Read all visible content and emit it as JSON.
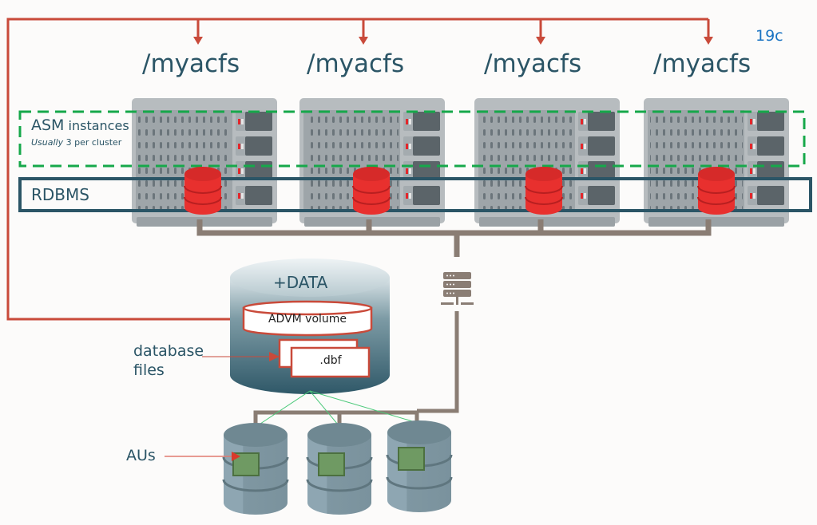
{
  "diagram": {
    "version_badge": "19c",
    "mount_points": [
      "/myacfs",
      "/myacfs",
      "/myacfs",
      "/myacfs"
    ],
    "asm_box": {
      "title_bold": "ASM",
      "title_rest": " instances",
      "subtitle_italic": "Usually",
      "subtitle_rest": " 3 per cluster"
    },
    "rdbms_label": "RDBMS",
    "diskgroup": {
      "label": "+DATA",
      "volume_label": "ADVM volume",
      "file_label": ".dbf"
    },
    "callouts": {
      "database_files_line1": "database",
      "database_files_line2": "files",
      "aus": "AUs"
    },
    "server_count": 4,
    "disk_count": 3,
    "colors": {
      "acfs_line": "#c94a3a",
      "asm_dashed": "#16a84a",
      "rdbms_border": "#2b5566",
      "text": "#2b5566",
      "version": "#1a73c2",
      "network": "#8a7d74",
      "database_icon": "#e8302e",
      "au_block": "#6f9a63"
    }
  }
}
